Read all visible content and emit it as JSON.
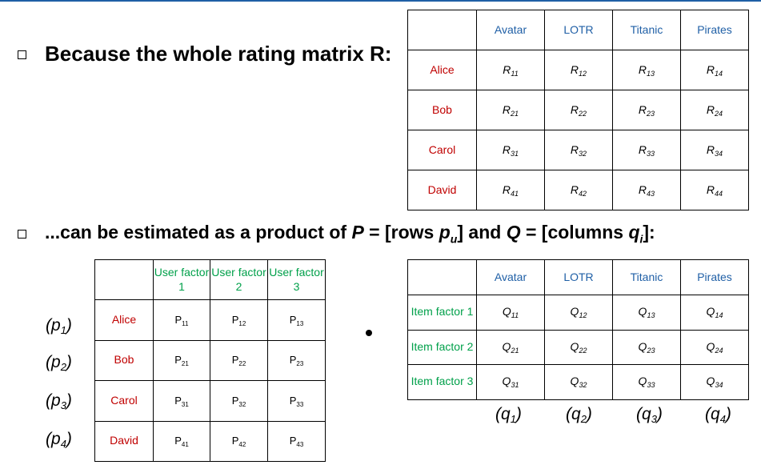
{
  "slide": {
    "heading1": "Because the whole rating matrix R:",
    "heading2": {
      "pre": "...can be estimated as a product of ",
      "p": "P",
      "mid1": " = [rows ",
      "pu": "p",
      "pu_sub": "u",
      "mid2": "] and ",
      "q": "Q",
      "mid3": " = [columns ",
      "qi": "q",
      "qi_sub": "i",
      "end": "]:"
    }
  },
  "r_matrix": {
    "columns": [
      "Avatar",
      "LOTR",
      "Titanic",
      "Pirates"
    ],
    "rows": [
      {
        "user": "Alice",
        "cells": [
          [
            "R",
            "11"
          ],
          [
            "R",
            "12"
          ],
          [
            "R",
            "13"
          ],
          [
            "R",
            "14"
          ]
        ]
      },
      {
        "user": "Bob",
        "cells": [
          [
            "R",
            "21"
          ],
          [
            "R",
            "22"
          ],
          [
            "R",
            "23"
          ],
          [
            "R",
            "24"
          ]
        ]
      },
      {
        "user": "Carol",
        "cells": [
          [
            "R",
            "31"
          ],
          [
            "R",
            "32"
          ],
          [
            "R",
            "33"
          ],
          [
            "R",
            "34"
          ]
        ]
      },
      {
        "user": "David",
        "cells": [
          [
            "R",
            "41"
          ],
          [
            "R",
            "42"
          ],
          [
            "R",
            "43"
          ],
          [
            "R",
            "44"
          ]
        ]
      }
    ]
  },
  "p_matrix": {
    "columns": [
      "User factor 1",
      "User factor 2",
      "User factor 3"
    ],
    "rows": [
      {
        "user": "Alice",
        "label": [
          "p",
          "1"
        ],
        "cells": [
          [
            "P",
            "11"
          ],
          [
            "P",
            "12"
          ],
          [
            "P",
            "13"
          ]
        ]
      },
      {
        "user": "Bob",
        "label": [
          "p",
          "2"
        ],
        "cells": [
          [
            "P",
            "21"
          ],
          [
            "P",
            "22"
          ],
          [
            "P",
            "23"
          ]
        ]
      },
      {
        "user": "Carol",
        "label": [
          "p",
          "3"
        ],
        "cells": [
          [
            "P",
            "31"
          ],
          [
            "P",
            "32"
          ],
          [
            "P",
            "33"
          ]
        ]
      },
      {
        "user": "David",
        "label": [
          "p",
          "4"
        ],
        "cells": [
          [
            "P",
            "41"
          ],
          [
            "P",
            "42"
          ],
          [
            "P",
            "43"
          ]
        ]
      }
    ]
  },
  "q_matrix": {
    "columns": [
      "Avatar",
      "LOTR",
      "Titanic",
      "Pirates"
    ],
    "col_labels": [
      [
        "q",
        "1"
      ],
      [
        "q",
        "2"
      ],
      [
        "q",
        "3"
      ],
      [
        "q",
        "4"
      ]
    ],
    "rows": [
      {
        "factor": "Item factor 1",
        "cells": [
          [
            "Q",
            "11"
          ],
          [
            "Q",
            "12"
          ],
          [
            "Q",
            "13"
          ],
          [
            "Q",
            "14"
          ]
        ]
      },
      {
        "factor": "Item factor 2",
        "cells": [
          [
            "Q",
            "21"
          ],
          [
            "Q",
            "22"
          ],
          [
            "Q",
            "23"
          ],
          [
            "Q",
            "24"
          ]
        ]
      },
      {
        "factor": "Item factor 3",
        "cells": [
          [
            "Q",
            "31"
          ],
          [
            "Q",
            "32"
          ],
          [
            "Q",
            "33"
          ],
          [
            "Q",
            "34"
          ]
        ]
      }
    ]
  }
}
